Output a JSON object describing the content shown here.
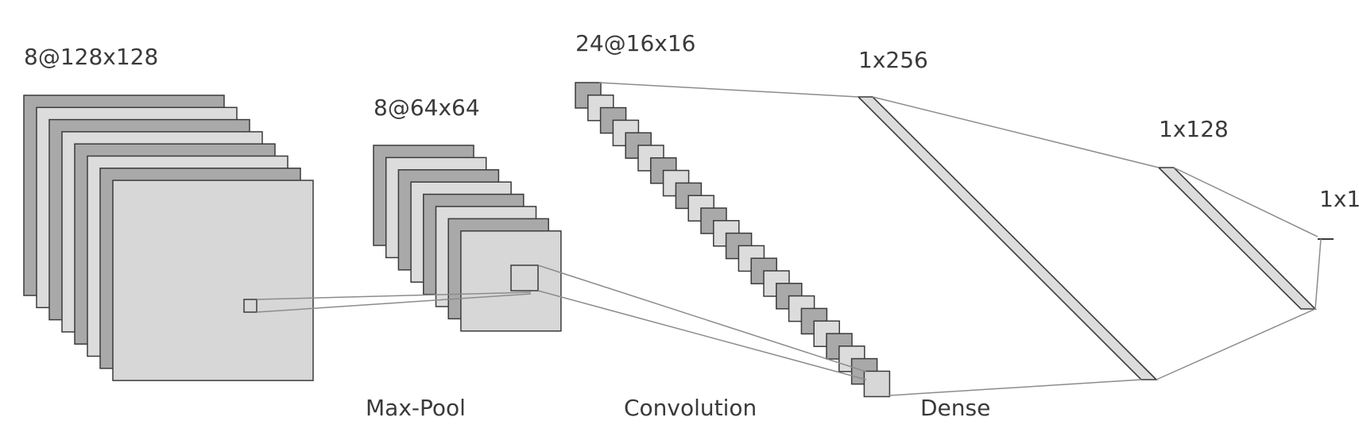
{
  "layers": [
    {
      "dims": "8@128x128"
    },
    {
      "dims": "8@64x64"
    },
    {
      "dims": "24@16x16"
    },
    {
      "dims": "1x256"
    },
    {
      "dims": "1x128"
    },
    {
      "dims": "1x1"
    }
  ],
  "operations": [
    "Max-Pool",
    "Convolution",
    "Dense"
  ],
  "colors": {
    "dark_fill": "#a9a9a9",
    "light_fill": "#dcdcdc",
    "front_fill": "#d7d7d7",
    "stroke": "#3b3b3b",
    "connector": "#8c8c8c",
    "text": "#3a3a3a"
  }
}
